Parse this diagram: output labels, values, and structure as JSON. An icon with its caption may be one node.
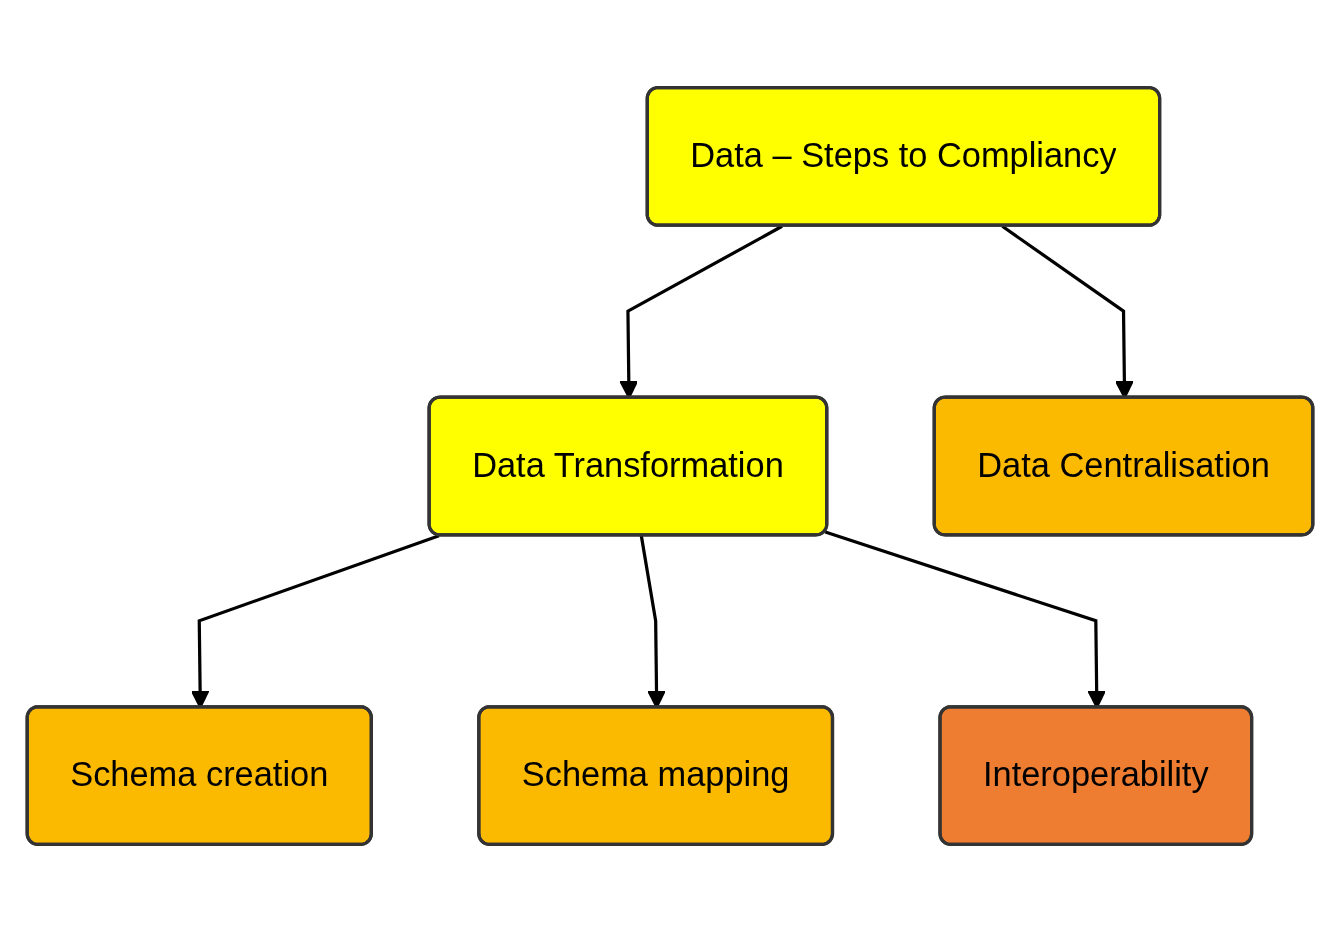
{
  "diagram": {
    "nodes": [
      {
        "text": [
          "Data – Steps to Compliancy"
        ]
      },
      {
        "text": [
          "Data Transformation"
        ]
      },
      {
        "text": [
          "Data Centralisation"
        ]
      },
      {
        "text": [
          "Schema creation"
        ]
      },
      {
        "text": [
          "Schema mapping"
        ]
      },
      {
        "text": [
          "Interoperability"
        ]
      }
    ],
    "edges": [
      {
        "from": 0,
        "to": 2,
        "arrow": "to"
      },
      {
        "from": 0,
        "to": 1,
        "arrow": "to"
      },
      {
        "from": 1,
        "to": 3,
        "arrow": "to"
      },
      {
        "from": 1,
        "to": 4,
        "arrow": "to"
      },
      {
        "from": 1,
        "to": 5,
        "arrow": "to"
      }
    ]
  }
}
